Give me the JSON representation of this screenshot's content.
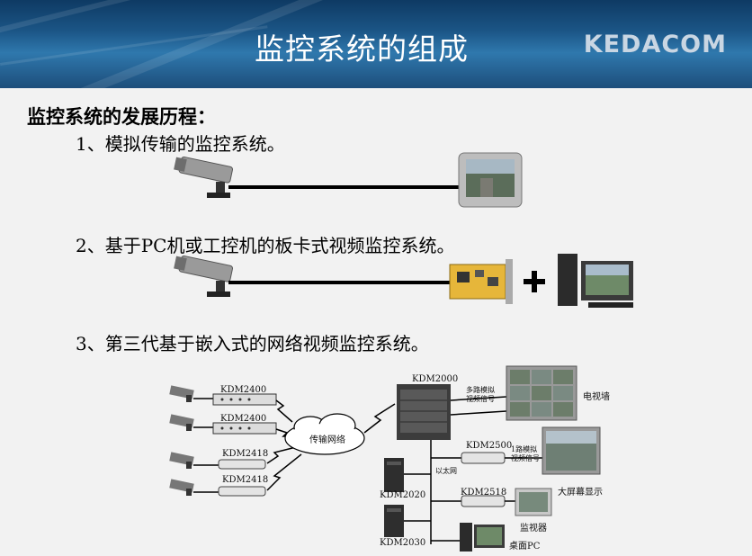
{
  "header": {
    "title": "监控系统的组成",
    "brand": "KEDACOM"
  },
  "content": {
    "heading": "监控系统的发展历程：",
    "items": [
      "1、模拟传输的监控系统。",
      "2、基于PC机或工控机的板卡式视频监控系统。",
      "3、第三代基于嵌入式的网络视频监控系统。"
    ]
  },
  "diagram3": {
    "enc1": "KDM2400",
    "enc2": "KDM2400",
    "enc3": "KDM2418",
    "enc4": "KDM2418",
    "network": "传输网络",
    "matrix": "KDM2000",
    "video_signal_multi_l1": "多路模拟",
    "video_signal_multi_l2": "视频信号",
    "tv_wall": "电视墙",
    "decoder1": "KDM2500",
    "video_signal_one_l1": "1路模拟",
    "video_signal_one_l2": "视频信号",
    "ethernet": "以太网",
    "big_screen": "大屏幕显示",
    "server1": "KDM2020",
    "decoder2": "KDM2518",
    "monitor": "监视器",
    "server2": "KDM2030",
    "desktop_pc": "桌面PC"
  }
}
